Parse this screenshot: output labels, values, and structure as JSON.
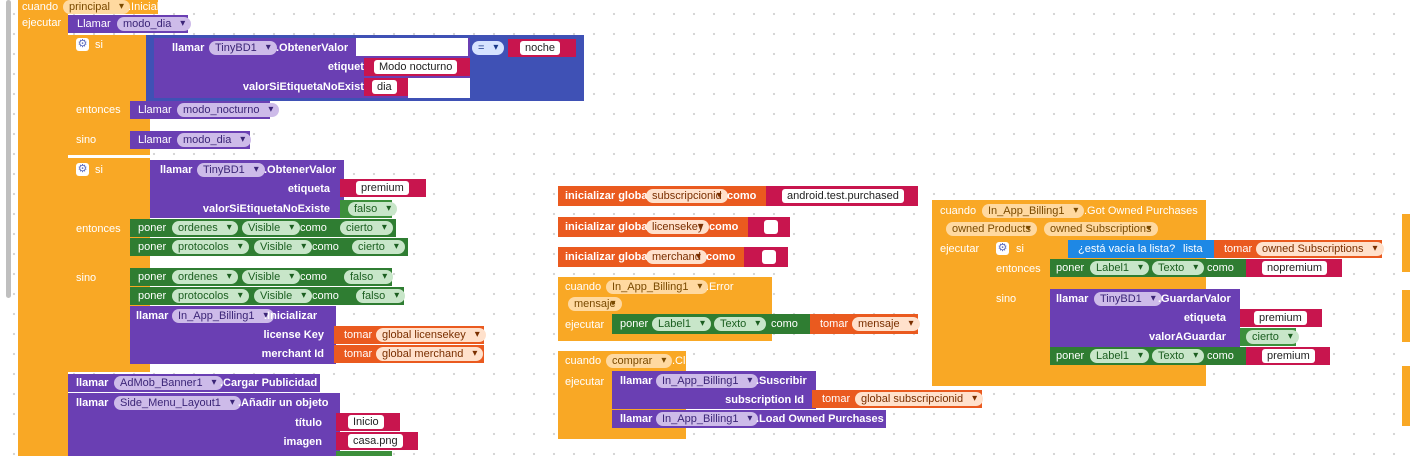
{
  "workspace": {
    "init_event": {
      "when": "cuando",
      "component": "principal",
      "event": ".Inicializar",
      "do": "ejecutar"
    },
    "call_modo_dia": {
      "call": "Llamar",
      "proc": "modo_dia"
    },
    "if1": {
      "si": "si",
      "call": "llamar",
      "comp": "TinyBD1",
      "method": ".ObtenerValor",
      "tag_label": "etiqueta",
      "tag_value": "Modo nocturno",
      "default_label": "valorSiEtiquetaNoExiste",
      "default_value": "dia",
      "op": "=",
      "compare": "noche",
      "then": "entonces",
      "else": "sino",
      "then_call": "Llamar",
      "then_proc": "modo_nocturno",
      "else_call": "Llamar",
      "else_proc": "modo_dia"
    },
    "if2": {
      "si": "si",
      "call": "llamar",
      "comp": "TinyBD1",
      "method": ".ObtenerValor",
      "tag_label": "etiqueta",
      "tag_value": "premium",
      "default_label": "valorSiEtiquetaNoExiste",
      "default_value": "falso",
      "then": "entonces",
      "else": "sino",
      "then_rows": [
        {
          "set": "poner",
          "comp": "ordenes",
          "prop": "Visible",
          "to": "como",
          "value": "cierto"
        },
        {
          "set": "poner",
          "comp": "protocolos",
          "prop": "Visible",
          "to": "como",
          "value": "cierto"
        }
      ],
      "else_rows": [
        {
          "set": "poner",
          "comp": "ordenes",
          "prop": "Visible",
          "to": "como",
          "value": "falso"
        },
        {
          "set": "poner",
          "comp": "protocolos",
          "prop": "Visible",
          "to": "como",
          "value": "falso"
        }
      ],
      "init_call": "llamar",
      "init_comp": "In_App_Billing1",
      "init_method": ".Inicializar",
      "license_label": "license Key",
      "license_get": "tomar",
      "license_var": "global licensekey",
      "merchant_label": "merchant Id",
      "merchant_get": "tomar",
      "merchant_var": "global merchand"
    },
    "admob": {
      "call": "llamar",
      "comp": "AdMob_Banner1",
      "method": ".Cargar Publicidad"
    },
    "sidemenu": {
      "call": "llamar",
      "comp": "Side_Menu_Layout1",
      "method": ".Añadir un objeto",
      "title_label": "título",
      "title_value": "Inicio",
      "image_label": "imagen",
      "image_value": "casa.png"
    },
    "globals": [
      {
        "init": "inicializar global",
        "name": "subscripcionid",
        "as": "como",
        "value": "android.test.purchased"
      },
      {
        "init": "inicializar global",
        "name": "licensekey",
        "as": "como",
        "value": ""
      },
      {
        "init": "inicializar global",
        "name": "merchand",
        "as": "como",
        "value": ""
      }
    ],
    "error_event": {
      "when": "cuando",
      "comp": "In_App_Billing1",
      "event": ".Error",
      "param": "mensaje",
      "do": "ejecutar",
      "set": "poner",
      "set_comp": "Label1",
      "set_prop": "Texto",
      "to": "como",
      "get": "tomar",
      "get_var": "mensaje"
    },
    "click_event": {
      "when": "cuando",
      "comp": "comprar",
      "event": ".Clic",
      "do": "ejecutar",
      "call1": "llamar",
      "call1_comp": "In_App_Billing1",
      "call1_method": ".Suscribir",
      "sub_label": "subscription Id",
      "get": "tomar",
      "get_var": "global subscripcionid",
      "call2": "llamar",
      "call2_comp": "In_App_Billing1",
      "call2_method": ".Load Owned Purchases"
    },
    "owned_event": {
      "when": "cuando",
      "comp": "In_App_Billing1",
      "event": ".Got Owned Purchases",
      "param1": "owned Products",
      "param2": "owned Subscriptions",
      "do": "ejecutar",
      "si": "si",
      "empty": "¿está vacía la lista?",
      "list_label": "lista",
      "get": "tomar",
      "get_var": "owned Subscriptions",
      "then": "entonces",
      "else": "sino",
      "then_set": "poner",
      "then_comp": "Label1",
      "then_prop": "Texto",
      "then_to": "como",
      "then_value": "nopremium",
      "store_call": "llamar",
      "store_comp": "TinyBD1",
      "store_method": ".GuardarValor",
      "store_tag_label": "etiqueta",
      "store_tag_value": "premium",
      "store_val_label": "valorAGuardar",
      "store_val_value": "cierto",
      "else_set": "poner",
      "else_comp": "Label1",
      "else_prop": "Texto",
      "else_to": "como",
      "else_value": "premium"
    }
  }
}
